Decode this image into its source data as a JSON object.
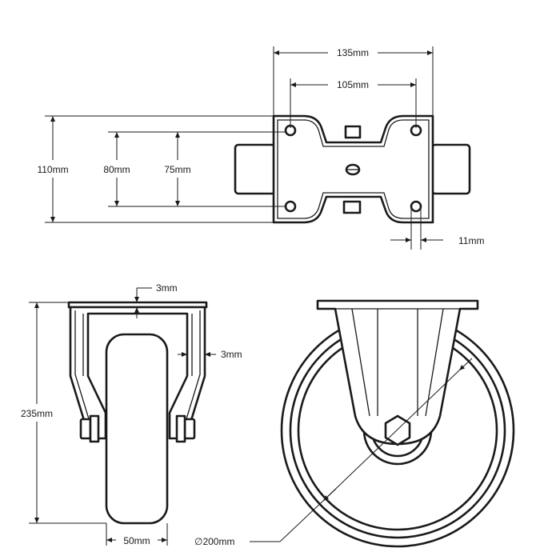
{
  "top_view": {
    "dim_overall_width": "135mm",
    "dim_hole_spacing_x": "105mm",
    "dim_overall_height": "110mm",
    "dim_hole_spacing_y1": "80mm",
    "dim_hole_spacing_y2": "75mm",
    "dim_hole_diameter": "11mm"
  },
  "front_view": {
    "dim_plate_thickness": "3mm",
    "dim_fork_thickness": "3mm",
    "dim_total_height": "235mm",
    "dim_wheel_width": "50mm"
  },
  "side_view": {
    "dim_wheel_diameter": "∅200mm"
  },
  "colors": {
    "line": "#1a1a1a",
    "background": "#ffffff"
  }
}
